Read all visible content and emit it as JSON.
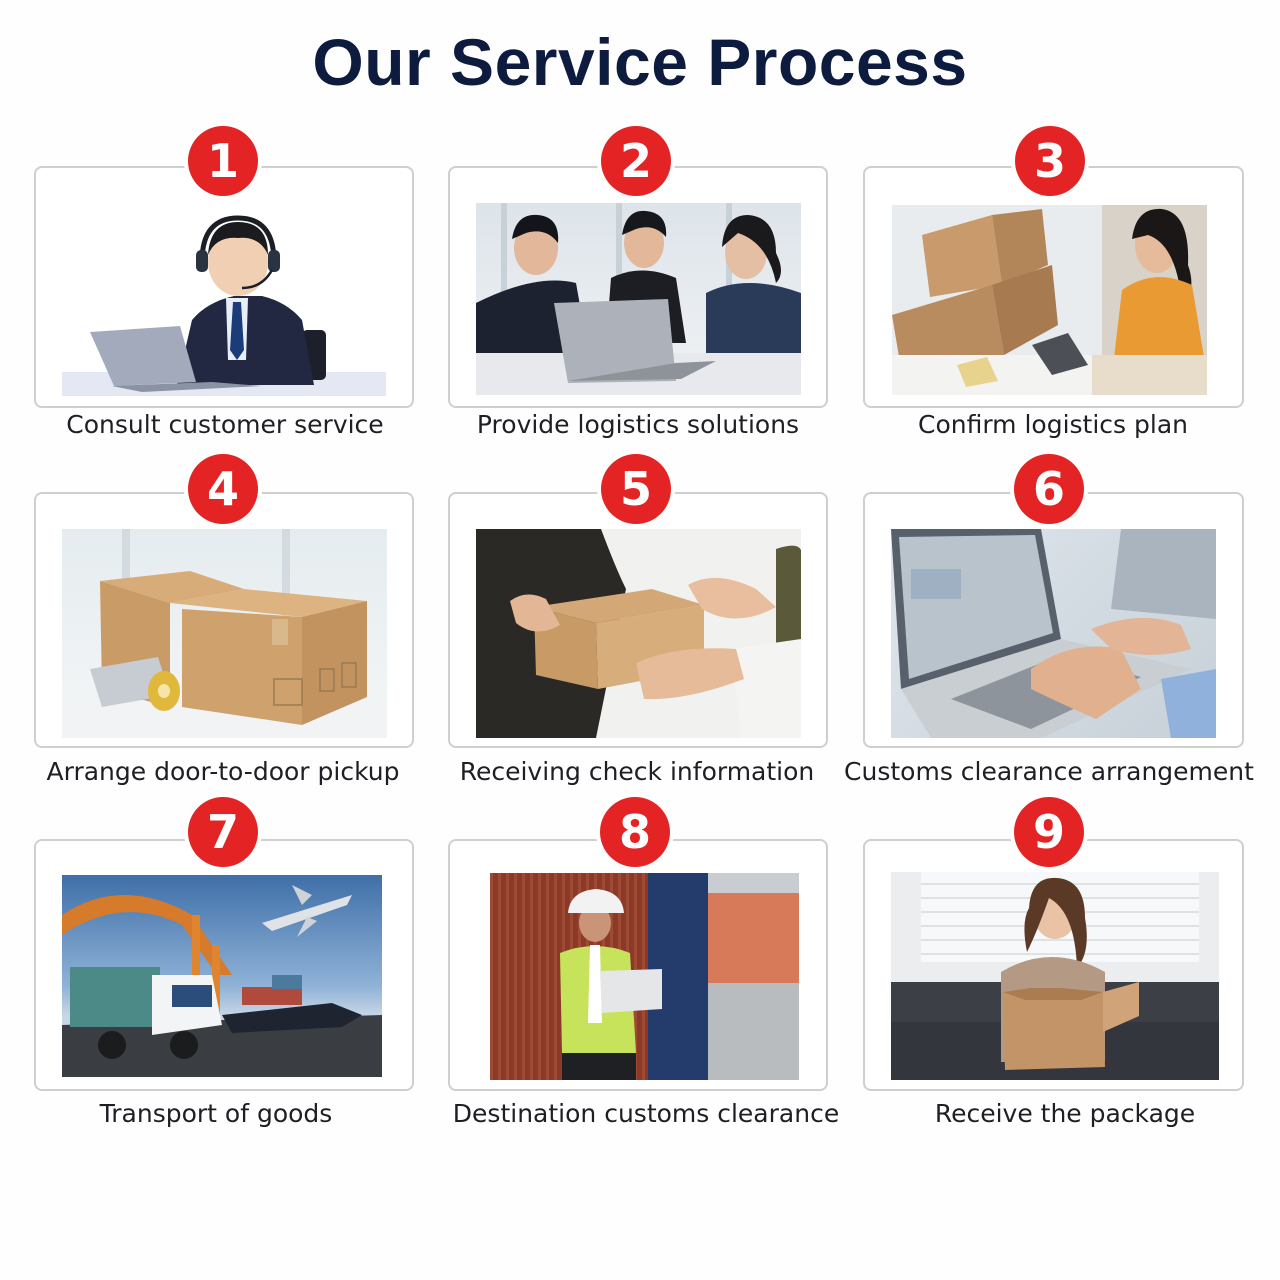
{
  "page": {
    "title": "Our Service Process",
    "accent_color": "#e42424",
    "title_color": "#0d1b3e"
  },
  "steps": [
    {
      "number": "1",
      "label": "Consult customer service",
      "image": "customer-service-agent-with-headset-at-laptop-illustration"
    },
    {
      "number": "2",
      "label": "Provide logistics solutions",
      "image": "three-colleagues-discussing-at-laptop-photo"
    },
    {
      "number": "3",
      "label": "Confirm logistics plan",
      "image": "woman-with-tablet-and-cardboard-boxes-photo"
    },
    {
      "number": "4",
      "label": "Arrange door-to-door pickup",
      "image": "two-cardboard-boxes-with-tape-roll-photo"
    },
    {
      "number": "5",
      "label": "Receiving check information",
      "image": "hands-handing-over-parcel-photo"
    },
    {
      "number": "6",
      "label": "Customs clearance arrangement",
      "image": "hands-typing-on-laptop-photo"
    },
    {
      "number": "7",
      "label": "Transport of goods",
      "image": "truck-ship-crane-airplane-photo"
    },
    {
      "number": "8",
      "label": "Destination customs clearance",
      "image": "worker-in-hardhat-with-laptop-at-containers-photo"
    },
    {
      "number": "9",
      "label": "Receive the package",
      "image": "woman-opening-box-on-sofa-photo"
    }
  ]
}
